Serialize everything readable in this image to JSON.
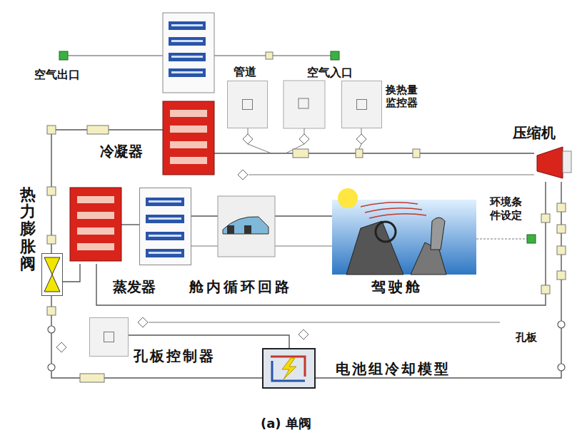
{
  "diagram": {
    "caption": "(a) 单阀",
    "nodes": [
      {
        "text": [
          "管道"
        ]
      },
      {
        "text": [
          "换热量 监控器"
        ]
      },
      {
        "text": [
          "压缩机"
        ]
      },
      {
        "text": [
          "冷凝器"
        ]
      },
      {
        "text": [
          "热力膨胀阀"
        ]
      },
      {
        "text": [
          "蒸发器"
        ]
      },
      {
        "text": [
          "舱内循环回路"
        ]
      },
      {
        "text": [
          "驾驶舱"
        ]
      },
      {
        "text": [
          "孔板控制器"
        ]
      },
      {
        "text": [
          "电池组冷却模型"
        ]
      }
    ],
    "edges": [
      {
        "from": 2,
        "to": 3,
        "arrow": "none"
      },
      {
        "from": 3,
        "to": 4,
        "arrow": "none"
      },
      {
        "from": 4,
        "to": 9,
        "arrow": "none"
      },
      {
        "from": 9,
        "to": 2,
        "arrow": "none"
      },
      {
        "from": 4,
        "to": 5,
        "arrow": "none"
      },
      {
        "from": 5,
        "to": 2,
        "arrow": "none"
      },
      {
        "from": 5,
        "to": 6,
        "arrow": "none"
      },
      {
        "from": 6,
        "to": 7,
        "arrow": "none"
      },
      {
        "from": 8,
        "to": 9,
        "arrow": "none"
      }
    ],
    "labels": [
      "空气出口",
      "空气入口",
      "环境条 件设定",
      "孔板"
    ]
  }
}
